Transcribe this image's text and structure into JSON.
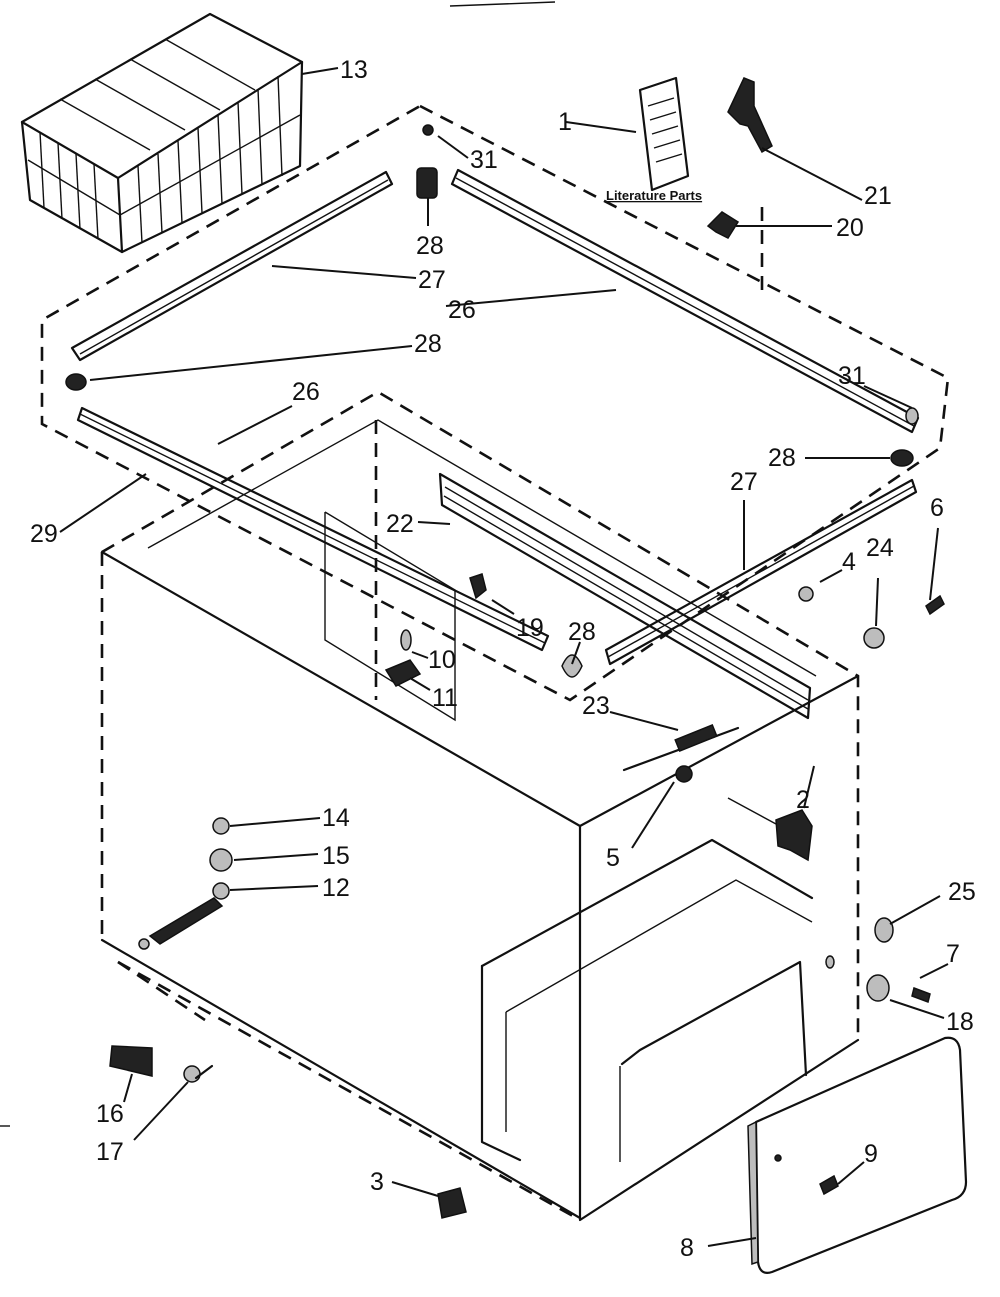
{
  "caption": "Literature Parts",
  "callouts": [
    {
      "id": "c1",
      "text": "1"
    },
    {
      "id": "c2",
      "text": "2"
    },
    {
      "id": "c3",
      "text": "3"
    },
    {
      "id": "c4",
      "text": "4"
    },
    {
      "id": "c5",
      "text": "5"
    },
    {
      "id": "c6",
      "text": "6"
    },
    {
      "id": "c7",
      "text": "7"
    },
    {
      "id": "c8",
      "text": "8"
    },
    {
      "id": "c9",
      "text": "9"
    },
    {
      "id": "c10",
      "text": "10"
    },
    {
      "id": "c11",
      "text": "11"
    },
    {
      "id": "c12",
      "text": "12"
    },
    {
      "id": "c13",
      "text": "13"
    },
    {
      "id": "c14",
      "text": "14"
    },
    {
      "id": "c15",
      "text": "15"
    },
    {
      "id": "c16",
      "text": "16"
    },
    {
      "id": "c17",
      "text": "17"
    },
    {
      "id": "c18",
      "text": "18"
    },
    {
      "id": "c19",
      "text": "19"
    },
    {
      "id": "c20",
      "text": "20"
    },
    {
      "id": "c21",
      "text": "21"
    },
    {
      "id": "c22",
      "text": "22"
    },
    {
      "id": "c23",
      "text": "23"
    },
    {
      "id": "c24",
      "text": "24"
    },
    {
      "id": "c25",
      "text": "25"
    },
    {
      "id": "c26a",
      "text": "26"
    },
    {
      "id": "c26b",
      "text": "26"
    },
    {
      "id": "c27a",
      "text": "27"
    },
    {
      "id": "c27b",
      "text": "27"
    },
    {
      "id": "c28a",
      "text": "28"
    },
    {
      "id": "c28b",
      "text": "28"
    },
    {
      "id": "c28c",
      "text": "28"
    },
    {
      "id": "c28d",
      "text": "28"
    },
    {
      "id": "c29",
      "text": "29"
    },
    {
      "id": "c31a",
      "text": "31"
    },
    {
      "id": "c31b",
      "text": "31"
    }
  ]
}
